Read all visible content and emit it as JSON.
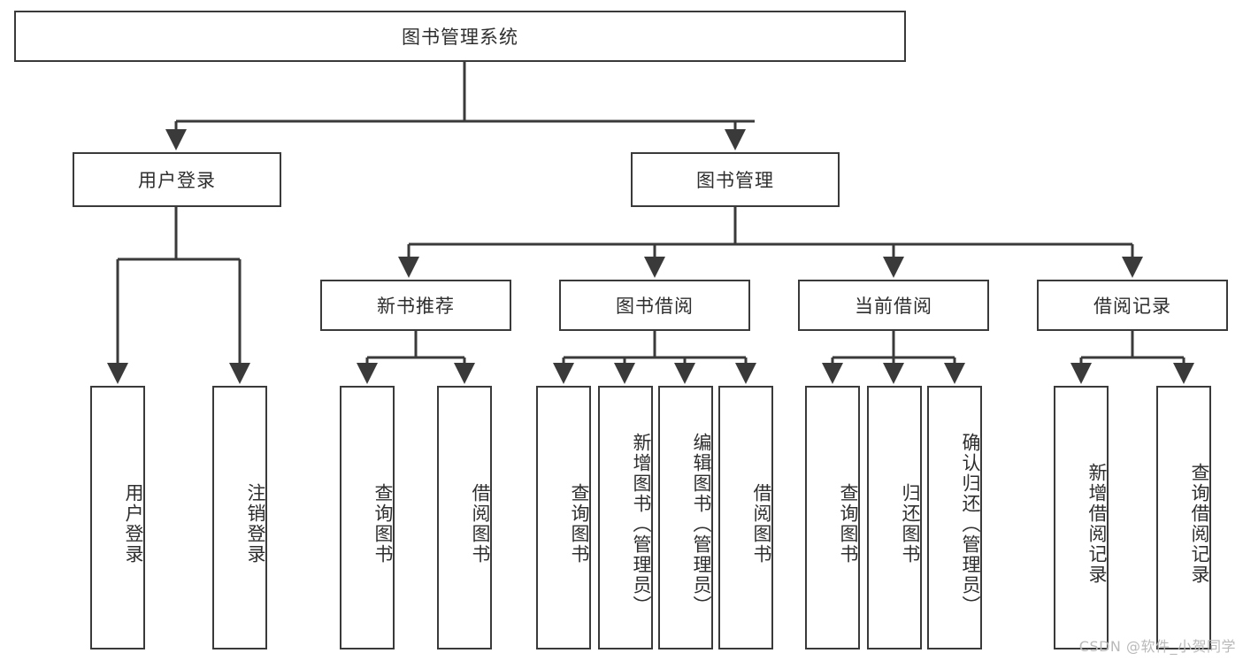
{
  "diagram": {
    "title": "图书管理系统",
    "type": "tree-diagram",
    "root": {
      "id": "root",
      "label": "图书管理系统"
    },
    "level2": [
      {
        "id": "user-login",
        "label": "用户登录"
      },
      {
        "id": "book-manage",
        "label": "图书管理"
      }
    ],
    "level3": [
      {
        "id": "new-book-rec",
        "label": "新书推荐"
      },
      {
        "id": "book-borrow",
        "label": "图书借阅"
      },
      {
        "id": "current-borrow",
        "label": "当前借阅"
      },
      {
        "id": "borrow-record",
        "label": "借阅记录"
      }
    ],
    "leaves": [
      {
        "id": "leaf-user-login",
        "label": "用户登录",
        "parent": "user-login"
      },
      {
        "id": "leaf-logout",
        "label": "注销登录",
        "parent": "user-login"
      },
      {
        "id": "leaf-query-book-1",
        "label": "查询图书",
        "parent": "new-book-rec"
      },
      {
        "id": "leaf-borrow-book-1",
        "label": "借阅图书",
        "parent": "new-book-rec"
      },
      {
        "id": "leaf-query-book-2",
        "label": "查询图书",
        "parent": "book-borrow"
      },
      {
        "id": "leaf-add-book",
        "label": "新增图书（管理员）",
        "parent": "book-borrow"
      },
      {
        "id": "leaf-edit-book",
        "label": "编辑图书（管理员）",
        "parent": "book-borrow"
      },
      {
        "id": "leaf-borrow-book-2",
        "label": "借阅图书",
        "parent": "book-borrow"
      },
      {
        "id": "leaf-query-book-3",
        "label": "查询图书",
        "parent": "current-borrow"
      },
      {
        "id": "leaf-return-book",
        "label": "归还图书",
        "parent": "current-borrow"
      },
      {
        "id": "leaf-confirm-return",
        "label": "确认归还（管理员）",
        "parent": "current-borrow"
      },
      {
        "id": "leaf-add-record",
        "label": "新增借阅记录",
        "parent": "borrow-record"
      },
      {
        "id": "leaf-query-record",
        "label": "查询借阅记录",
        "parent": "borrow-record"
      }
    ],
    "colors": {
      "border": "#3a3a3a",
      "text": "#2e2e2e",
      "background": "#ffffff",
      "watermark": "#b9b9b9"
    }
  },
  "watermark": {
    "text": "CSDN @软件_小贺同学"
  }
}
